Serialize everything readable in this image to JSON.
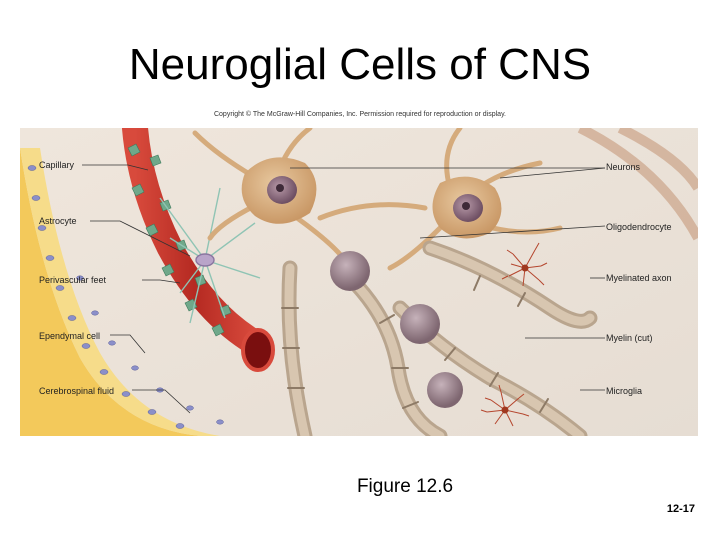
{
  "title": "Neuroglial Cells of CNS",
  "copyright": "Copyright © The McGraw-Hill Companies, Inc. Permission required for reproduction or display.",
  "labels": {
    "left": [
      "Capillary",
      "Astrocyte",
      "Perivascular feet",
      "Ependymal cell",
      "Cerebrospinal fluid"
    ],
    "right": [
      "Neurons",
      "Oligodendrocyte",
      "Myelinated axon",
      "Myelin (cut)",
      "Microglia"
    ]
  },
  "caption": "Figure 12.6",
  "page_number": "12-17"
}
